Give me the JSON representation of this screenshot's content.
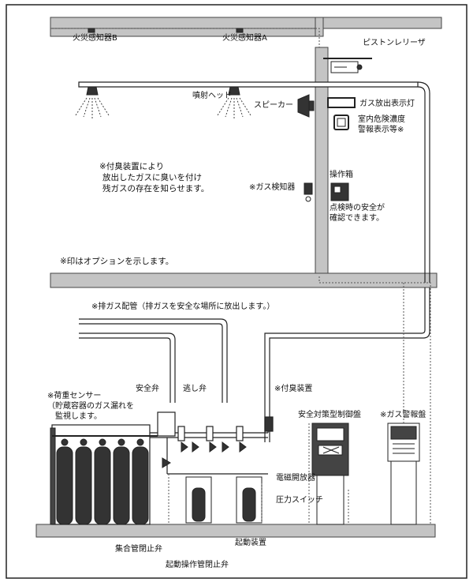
{
  "labels": {
    "fire_detector_b": "火災感知器B",
    "fire_detector_a": "火災感知器A",
    "piston_releaser": "ピストンレリーザ",
    "spray_head": "噴射ヘッド",
    "speaker": "スピーカー",
    "gas_discharge_lamp": "ガス放出表示灯",
    "room_danger_line1": "室内危険濃度",
    "room_danger_line2": "警報表示等※",
    "odor_note_line1": "※付臭装置により",
    "odor_note_line2": "放出したガスに臭いを付け",
    "odor_note_line3": "残ガスの存在を知らせます。",
    "gas_detector": "※ガス検知器",
    "operation_box": "操作箱",
    "inspection_line1": "点検時の安全が",
    "inspection_line2": "確認できます。",
    "option_note": "※印はオプションを示します。",
    "exhaust_pipe": "※排ガス配管（排ガスを安全な場所に放出します。）",
    "safety_valve": "安全弁",
    "relief_valve": "逃し弁",
    "odorizer": "※付臭装置",
    "load_sensor_line1": "※荷重センサー",
    "load_sensor_line2": "（貯蔵容器のガス漏れを",
    "load_sensor_line3": "監視します。",
    "safety_control_panel": "安全対策型制御盤",
    "gas_alarm_panel": "※ガス警報盤",
    "solenoid_opener": "電磁開放器",
    "pressure_switch": "圧力スイッチ",
    "starter_device": "起動装置",
    "manifold_valve": "集合管閉止弁",
    "start_pipe_valve": "起動操作管閉止弁"
  },
  "icons": [
    "fire-detector-icon",
    "spray-head-icon",
    "speaker-icon",
    "lamp-icon",
    "gas-detector-icon",
    "operation-box-icon",
    "cylinder-icon",
    "control-panel-icon",
    "alarm-panel-icon"
  ]
}
